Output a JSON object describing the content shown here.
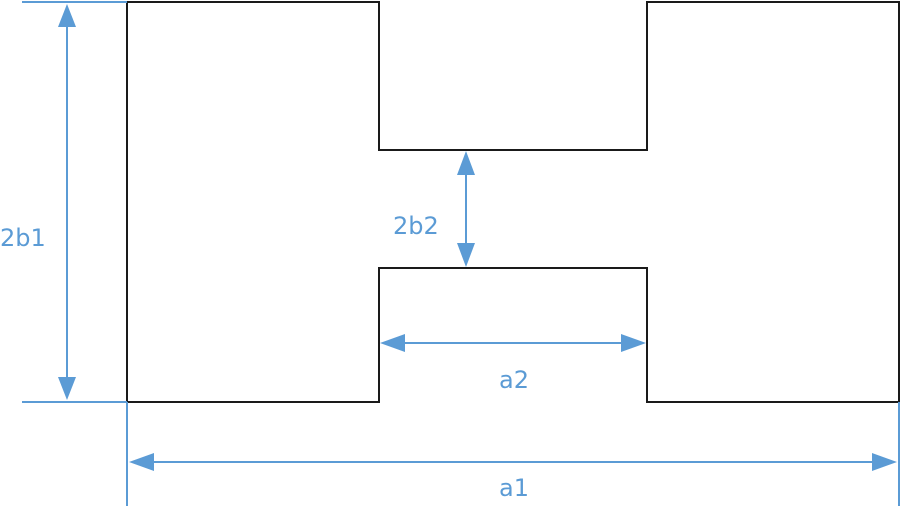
{
  "colors": {
    "outline": "#1a1a1a",
    "dimension": "#5b9bd5",
    "background": "#ffffff"
  },
  "labels": {
    "height_outer": "2b1",
    "height_inner": "2b2",
    "width_inner": "a2",
    "width_outer": "a1"
  }
}
